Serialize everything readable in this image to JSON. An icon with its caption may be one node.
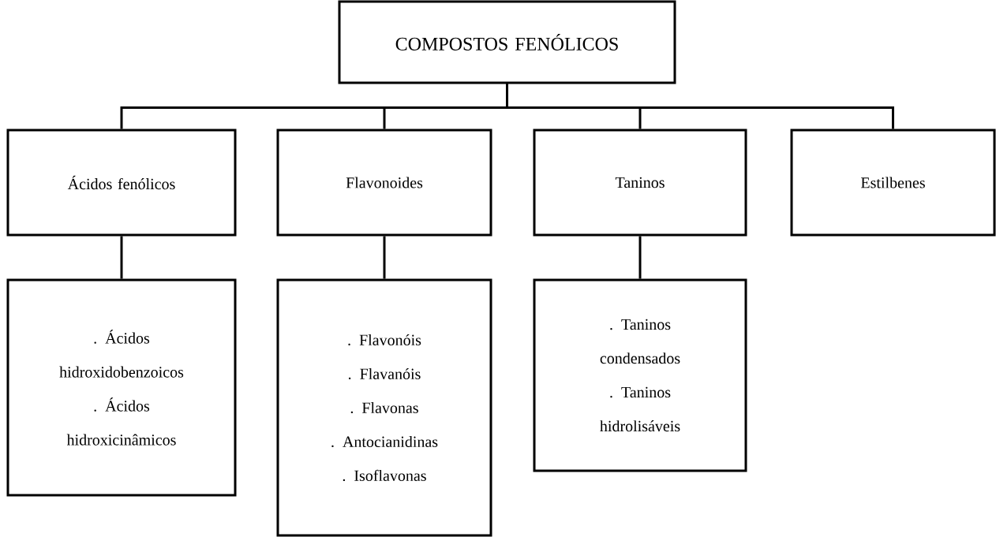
{
  "diagram": {
    "nodes": [
      {
        "text": [
          "COMPOSTOS FENÓLICOS"
        ]
      },
      {
        "text": [
          "Ácidos fenólicos"
        ]
      },
      {
        "text": [
          "Flavonoides"
        ]
      },
      {
        "text": [
          "Taninos"
        ]
      },
      {
        "text": [
          "Estilbenes"
        ]
      },
      {
        "text": [
          ". Ácidos hidroxidobenzoicos",
          ". Ácidos hidroxicinâmicos"
        ]
      },
      {
        "text": [
          ". Flavonóis",
          ". Flavanóis",
          ". Flavonas",
          ". Antocianidinas",
          ". Isoflavonas"
        ]
      },
      {
        "text": [
          ". Taninos condensados",
          ". Taninos hidrolisáveis"
        ]
      }
    ],
    "edges": [
      {
        "from": 0,
        "to": 1,
        "arrow": "none"
      },
      {
        "from": 0,
        "to": 2,
        "arrow": "none"
      },
      {
        "from": 0,
        "to": 3,
        "arrow": "none"
      },
      {
        "from": 0,
        "to": 4,
        "arrow": "none"
      },
      {
        "from": 1,
        "to": 5,
        "arrow": "none"
      },
      {
        "from": 2,
        "to": 6,
        "arrow": "none"
      },
      {
        "from": 3,
        "to": 7,
        "arrow": "none"
      }
    ]
  }
}
